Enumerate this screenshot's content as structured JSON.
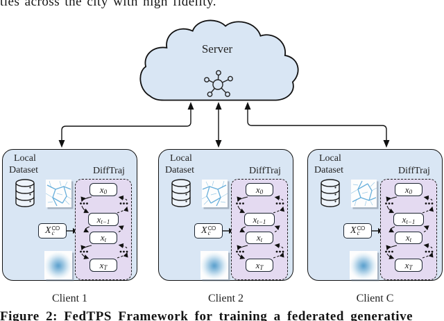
{
  "page": {
    "top_text": "ties across the city with high fidelity.",
    "caption": "Figure 2: FedTPS Framework for training a federated generative"
  },
  "colors": {
    "box_fill": "#d9e6f4",
    "module_fill": "#e4daf1",
    "line": "#111111",
    "state_fill": "#ffffff",
    "map_stroke": "#58a7d8",
    "noise": "#5aa5d4"
  },
  "server": {
    "label": "Server",
    "icon": "network-graph-icon",
    "shape": "cloud"
  },
  "connections": {
    "style": "bidirectional-arrows",
    "count": 3
  },
  "clients": [
    {
      "name": "Client 1",
      "dataset_line1": "Local",
      "dataset_line2": "Dataset",
      "icons": [
        "database-icon",
        "road-map-thumbnail",
        "gaussian-noise-thumbnail"
      ],
      "module_label": "DiffTraj",
      "condition": {
        "base": "X",
        "sub": "c",
        "sup": "CO"
      },
      "states": [
        {
          "base": "x",
          "sub": "0"
        },
        {
          "base": "x",
          "sub": "t−1"
        },
        {
          "base": "x",
          "sub": "t"
        },
        {
          "base": "x",
          "sub": "T"
        }
      ]
    },
    {
      "name": "Client 2",
      "dataset_line1": "Local",
      "dataset_line2": "Dataset",
      "icons": [
        "database-icon",
        "road-map-thumbnail",
        "gaussian-noise-thumbnail"
      ],
      "module_label": "DiffTraj",
      "condition": {
        "base": "X",
        "sub": "c",
        "sup": "CO"
      },
      "states": [
        {
          "base": "x",
          "sub": "0"
        },
        {
          "base": "x",
          "sub": "t−1"
        },
        {
          "base": "x",
          "sub": "t"
        },
        {
          "base": "x",
          "sub": "T"
        }
      ]
    },
    {
      "name": "Client C",
      "dataset_line1": "Local",
      "dataset_line2": "Dataset",
      "icons": [
        "database-icon",
        "road-map-thumbnail",
        "gaussian-noise-thumbnail"
      ],
      "module_label": "DiffTraj",
      "condition": {
        "base": "X",
        "sub": "c",
        "sup": "CO"
      },
      "states": [
        {
          "base": "x",
          "sub": "0"
        },
        {
          "base": "x",
          "sub": "t−1"
        },
        {
          "base": "x",
          "sub": "t"
        },
        {
          "base": "x",
          "sub": "T"
        }
      ]
    }
  ]
}
